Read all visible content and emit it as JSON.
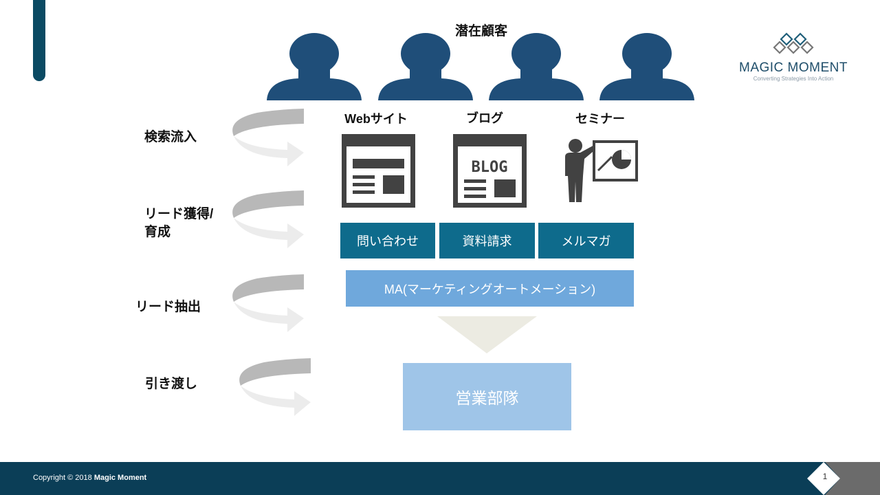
{
  "header": {
    "title": "潜在顧客"
  },
  "logo": {
    "name": "MAGIC MOMENT",
    "tagline": "Converting Strategies Into Action"
  },
  "stages": [
    {
      "label": "検索流入"
    },
    {
      "label": "リード獲得/\n育成"
    },
    {
      "label": "リード抽出"
    },
    {
      "label": "引き渡し"
    }
  ],
  "channels": [
    {
      "label": "Webサイト",
      "icon": "website-icon"
    },
    {
      "label": "ブログ",
      "icon": "blog-icon",
      "icon_text": "BLOG"
    },
    {
      "label": "セミナー",
      "icon": "seminar-icon"
    }
  ],
  "lead_actions": [
    "問い合わせ",
    "資料請求",
    "メルマガ"
  ],
  "ma_label": "MA(マーケティングオートメーション)",
  "sales_label": "営業部隊",
  "footer": {
    "copyright_prefix": "Copyright © 2018 ",
    "company": "Magic Moment",
    "page": "1"
  },
  "colors": {
    "navy": "#0b3e57",
    "teal": "#0e6b8c",
    "ma_blue": "#6fa8dc",
    "sales_blue": "#9fc5e8",
    "person": "#1f4e79",
    "funnel": "#ecebe2"
  }
}
